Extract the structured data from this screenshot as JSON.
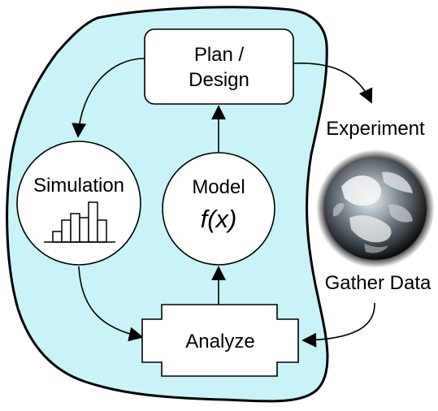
{
  "diagram": {
    "plan_design": {
      "line1": "Plan /",
      "line2": "Design"
    },
    "model": {
      "title": "Model",
      "formula": "f(x)"
    },
    "simulation": {
      "title": "Simulation"
    },
    "analyze": {
      "label": "Analyze"
    },
    "experiment": {
      "label": "Experiment"
    },
    "gather_data": {
      "label": "Gather Data"
    },
    "colors": {
      "blob_fill": "#c9f3f6",
      "stroke": "#000000",
      "node_fill": "#ffffff"
    },
    "icons": {
      "simulation": "histogram-icon",
      "experiment": "earth-globe-icon"
    }
  }
}
